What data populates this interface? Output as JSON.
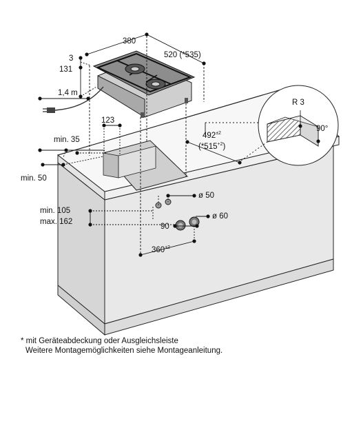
{
  "dimensions": {
    "width_380": "380",
    "depth_520": "520 (*535)",
    "thickness_3": "3",
    "height_131": "131",
    "cable_length": "1,4 m",
    "cutout_offset": "123",
    "min_35": "min. 35",
    "min_50": "min. 50",
    "cutout_depth_main": "492",
    "cutout_depth_main_tol": "±2",
    "cutout_depth_alt": "(*515",
    "cutout_depth_alt_tol": "+2",
    "cutout_depth_alt_close": ")",
    "radius": "R 3",
    "angle": "90°",
    "diameter_50": "ø 50",
    "diameter_60": "ø 60",
    "min_105": "min. 105",
    "max_162": "max. 162",
    "knob_spacing": "90",
    "cutout_width_main": "360",
    "cutout_width_tol": "±2"
  },
  "notes": {
    "line1": "* mit Geräteabdeckung oder Ausgleichsleiste",
    "line2": "Weitere Montagemöglichkeiten siehe Montageanleitung."
  },
  "colors": {
    "cabinet_front": "#e6e6e6",
    "cabinet_side": "#d2d2d2",
    "countertop": "#f2f2f2",
    "cutout": "#d9d9d9",
    "stroke": "#1a1a1a",
    "dim_dot": "#111111"
  }
}
